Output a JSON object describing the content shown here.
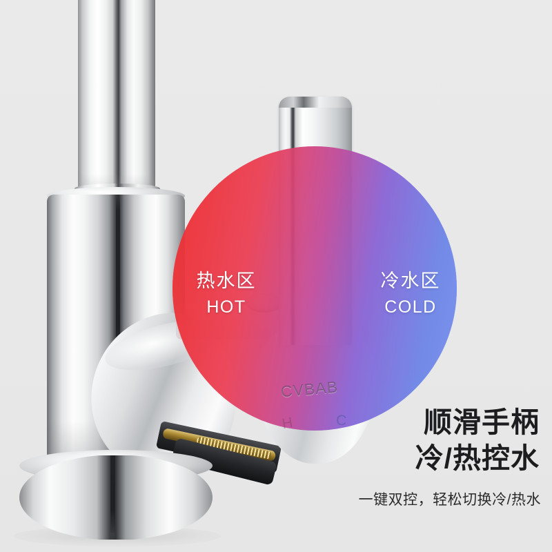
{
  "background": {
    "color": "#e8e8e8"
  },
  "product": {
    "type": "kitchen-faucet",
    "finish": "chrome",
    "brand_engraving": "CVBAB",
    "hot_marker": "H",
    "cold_marker": "C"
  },
  "highlight": {
    "shape": "circle",
    "hot_color": "#ef3e3e",
    "cold_color": "#6e88e2",
    "ring_gradient_from": "#ef2d2d",
    "ring_gradient_to": "#7b93ef"
  },
  "zones": [
    {
      "id": "hot",
      "cn": "热水区",
      "en": "HOT",
      "accent": "#ef3e3e"
    },
    {
      "id": "cold",
      "cn": "冷水区",
      "en": "COLD",
      "accent": "#6e88e2"
    }
  ],
  "copy": {
    "headline_line1": "顺滑手柄",
    "headline_line2": "冷/热控水",
    "subline": "一键双控，轻松切换冷/热水"
  }
}
